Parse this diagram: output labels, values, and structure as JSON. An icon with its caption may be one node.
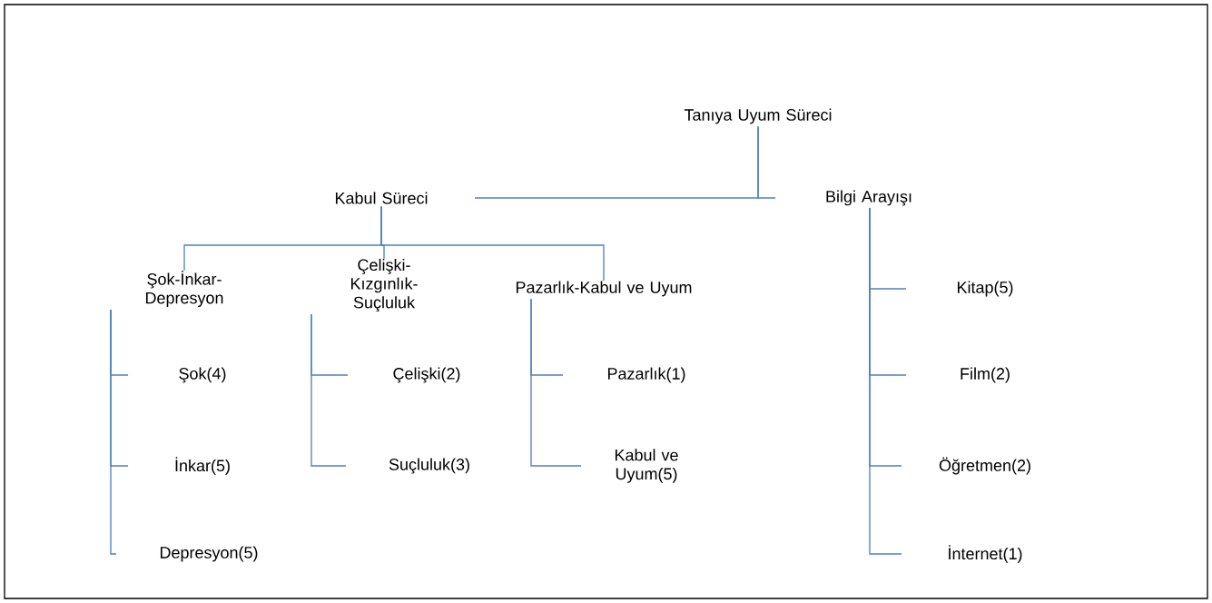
{
  "diagram": {
    "nodes": [
      {
        "text": [
          "Tanıya Uyum Süreci"
        ]
      },
      {
        "text": [
          "Kabul Süreci"
        ]
      },
      {
        "text": [
          "Bilgi Arayışı"
        ]
      },
      {
        "text": [
          "Şok-İnkar-Depresyon"
        ]
      },
      {
        "text": [
          "Çelişki-Kızgınlık-Suçluluk"
        ]
      },
      {
        "text": [
          "Pazarlık-Kabul ve Uyum"
        ]
      },
      {
        "text": [
          "Şok(4)"
        ]
      },
      {
        "text": [
          "İnkar(5)"
        ]
      },
      {
        "text": [
          "Depresyon(5)"
        ]
      },
      {
        "text": [
          "Çelişki(2)"
        ]
      },
      {
        "text": [
          "Suçluluk(3)"
        ]
      },
      {
        "text": [
          "Pazarlık(1)"
        ]
      },
      {
        "text": [
          "Kabul ve Uyum(5)"
        ]
      },
      {
        "text": [
          "Kitap(5)"
        ]
      },
      {
        "text": [
          "Film(2)"
        ]
      },
      {
        "text": [
          "Öğretmen(2)"
        ]
      },
      {
        "text": [
          "İnternet(1)"
        ]
      }
    ],
    "edges": [
      {
        "from": 0,
        "to": 1,
        "arrow": "none"
      },
      {
        "from": 0,
        "to": 2,
        "arrow": "none"
      },
      {
        "from": 1,
        "to": 3,
        "arrow": "none"
      },
      {
        "from": 1,
        "to": 4,
        "arrow": "none"
      },
      {
        "from": 1,
        "to": 5,
        "arrow": "none"
      },
      {
        "from": 3,
        "to": 6,
        "arrow": "none"
      },
      {
        "from": 3,
        "to": 7,
        "arrow": "none"
      },
      {
        "from": 3,
        "to": 8,
        "arrow": "none"
      },
      {
        "from": 4,
        "to": 9,
        "arrow": "none"
      },
      {
        "from": 4,
        "to": 10,
        "arrow": "none"
      },
      {
        "from": 5,
        "to": 11,
        "arrow": "none"
      },
      {
        "from": 5,
        "to": 12,
        "arrow": "none"
      },
      {
        "from": 2,
        "to": 13,
        "arrow": "none"
      },
      {
        "from": 2,
        "to": 14,
        "arrow": "none"
      },
      {
        "from": 2,
        "to": 15,
        "arrow": "none"
      },
      {
        "from": 2,
        "to": 16,
        "arrow": "none"
      }
    ]
  }
}
